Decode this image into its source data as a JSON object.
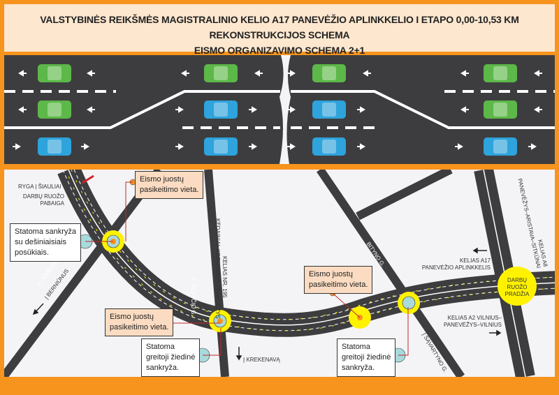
{
  "header": {
    "title_line1": "VALSTYBINĖS REIKŠMĖS MAGISTRALINIO KELIO A17 PANEVĖŽIO APLINKKELIO I ETAPO 0,00-10,53 KM REKONSTRUKCIJOS SCHEMA",
    "title_line2": "EISMO ORGANIZAVIMO SCHEMA 2+1"
  },
  "colors": {
    "orange": "#f7941d",
    "road": "#3d3d3f",
    "green_car": "#5cb848",
    "blue_car": "#2ea3dc",
    "yellow": "#fff200"
  },
  "map": {
    "ryga": "RYGA | ŠIAULIAI",
    "end_work_1": "DARBŲ RUOŽO",
    "end_work_2": "PABAIGA",
    "naruseviciaus": "K. NARUŠEVIČIAUS G.",
    "bernionys": "Į BERNIŪNUS",
    "tilvycio": "J. TILVYČIO G.",
    "road195_1": "KELIAS NR. 195",
    "road195_2": "KĖDAINIAI–KREKENAVA–PANEVĖŽYS",
    "krekenava": "Į KREKENAVĄ",
    "bityno": "BITYNO G.",
    "savartyno": "Į SĄVARTYNO G.",
    "a17_1": "KELIAS A17",
    "a17_2": "PANEVĖŽIO APLINKKELIS",
    "a2_1": "KELIAS A2 VILNIUS–",
    "a2_2": "PANEVĖŽYS–VILNIUS",
    "a8_1": "KELIAS A8",
    "a8_2": "PANEVĖŽYS–ARISTAVA–SITKŪNAI",
    "start_1": "DARBŲ",
    "start_2": "RUOŽO",
    "start_3": "PRADŽIA",
    "lane_change_1": "Eismo juostų",
    "lane_change_2": "pasikeitimo vieta.",
    "junction_1": "Statoma sankryža",
    "junction_2": "su dešiniaisiais",
    "junction_3": "posūkiais.",
    "roundabout_1": "Statoma",
    "roundabout_2": "greitoji žiedinė",
    "roundabout_3": "sankryža."
  }
}
